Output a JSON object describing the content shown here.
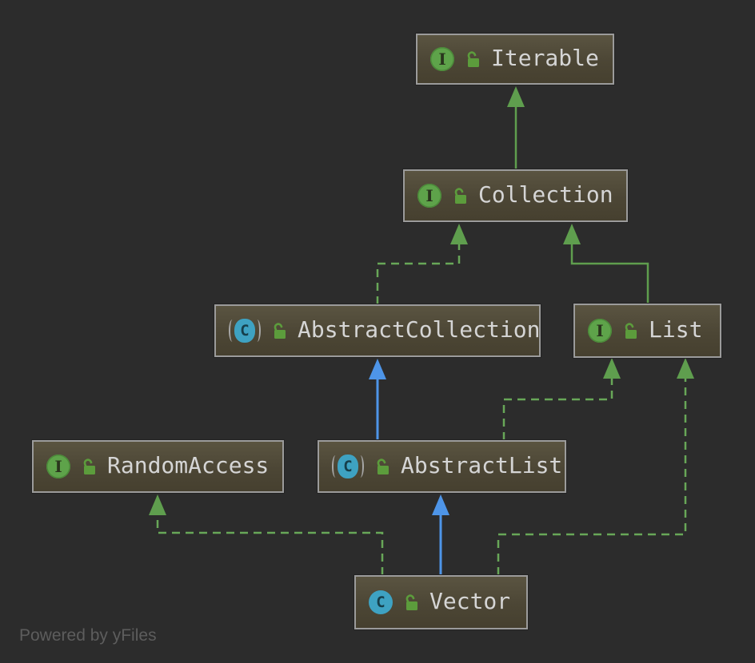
{
  "watermark": "Powered by yFiles",
  "colors": {
    "canvas_background": "#2c2c2c",
    "node_fill_top": "#5a5441",
    "node_fill_bottom": "#46402f",
    "node_border": "#9b9b9b",
    "label_text": "#d5d5d5",
    "inheritance_solid_green": "#5f9e4e",
    "realization_dashed_green": "#68a758",
    "class_extends_blue": "#4e95e8",
    "interface_badge_green": "#5ea34a",
    "class_badge_teal": "#3ea2c2",
    "lock_green": "#5c9c3c",
    "watermark_gray": "#5d5d5d"
  },
  "icons": {
    "interface_badge": "green circle with letter I",
    "class_badge": "teal circle with letter C",
    "abstract_class_badge": "teal circle with letter C flanked by gray parentheses",
    "lock": "unlocked open padlock (public visibility)"
  },
  "nodes": [
    {
      "id": "iterable",
      "label": "Iterable",
      "kind": "interface",
      "icon_letter": "I"
    },
    {
      "id": "collection",
      "label": "Collection",
      "kind": "interface",
      "icon_letter": "I"
    },
    {
      "id": "abstract-collection",
      "label": "AbstractCollection",
      "kind": "abstract class",
      "icon_letter": "C"
    },
    {
      "id": "list",
      "label": "List",
      "kind": "interface",
      "icon_letter": "I"
    },
    {
      "id": "random-access",
      "label": "RandomAccess",
      "kind": "interface",
      "icon_letter": "I"
    },
    {
      "id": "abstract-list",
      "label": "AbstractList",
      "kind": "abstract class",
      "icon_letter": "C"
    },
    {
      "id": "vector",
      "label": "Vector",
      "kind": "class",
      "icon_letter": "C"
    }
  ],
  "edges": [
    {
      "from": "Collection",
      "to": "Iterable",
      "relation": "extends",
      "line": "solid",
      "color": "green"
    },
    {
      "from": "AbstractCollection",
      "to": "Collection",
      "relation": "implements",
      "line": "dashed",
      "color": "green"
    },
    {
      "from": "List",
      "to": "Collection",
      "relation": "extends",
      "line": "solid",
      "color": "green"
    },
    {
      "from": "AbstractList",
      "to": "AbstractCollection",
      "relation": "extends",
      "line": "solid",
      "color": "blue"
    },
    {
      "from": "AbstractList",
      "to": "List",
      "relation": "implements",
      "line": "dashed",
      "color": "green"
    },
    {
      "from": "Vector",
      "to": "AbstractList",
      "relation": "extends",
      "line": "solid",
      "color": "blue"
    },
    {
      "from": "Vector",
      "to": "RandomAccess",
      "relation": "implements",
      "line": "dashed",
      "color": "green"
    },
    {
      "from": "Vector",
      "to": "List",
      "relation": "implements",
      "line": "dashed",
      "color": "green"
    }
  ]
}
